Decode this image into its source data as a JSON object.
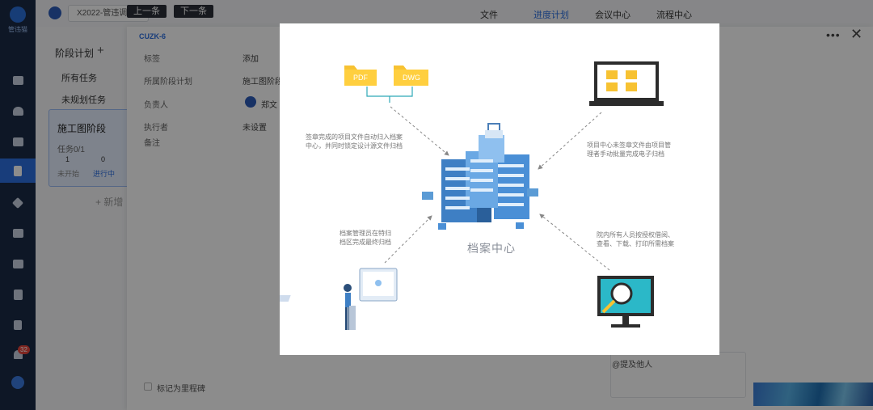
{
  "topbar": {
    "project": "X2022-管违调",
    "prev_label": "上一条",
    "next_label": "下一条",
    "menu": [
      {
        "label": "文件",
        "active": false
      },
      {
        "label": "进度计划",
        "active": true
      },
      {
        "label": "会议中心",
        "active": false
      },
      {
        "label": "流程中心",
        "active": false
      }
    ]
  },
  "rail": {
    "logo_text": "管违猫",
    "notification_count": "32",
    "icons": [
      "monitor-icon",
      "cloud-icon",
      "display-icon",
      "document-icon",
      "layers-icon",
      "printer-icon",
      "org-chart-icon",
      "building-icon",
      "bar-chart-icon",
      "bell-icon",
      "user-icon"
    ]
  },
  "left_panel": {
    "header": "阶段计划",
    "add_symbol": "+",
    "items": [
      "所有任务",
      "未规划任务"
    ],
    "stage_card": {
      "title": "施工图阶段",
      "task_count": "任务0/1",
      "counts": [
        "1",
        "0"
      ],
      "statuses": [
        "未开始",
        "进行中"
      ]
    },
    "add_stage": "+ 新增"
  },
  "drawer": {
    "code": "CUZK-6",
    "fields": [
      {
        "label": "标签",
        "value": "添加"
      },
      {
        "label": "所属阶段计划",
        "value": "施工图阶段"
      },
      {
        "label": "负责人",
        "value": "郑文"
      },
      {
        "label": "执行者",
        "value": "未设置"
      },
      {
        "label": "备注",
        "value": ""
      }
    ],
    "more_label": "•••",
    "close_label": "✕",
    "milestone_label": "标记为里程碑",
    "mention_placeholder": "@提及他人"
  },
  "modal": {
    "center_label": "档案中心",
    "file_badges": [
      "PDF",
      "DWG"
    ],
    "annotations": {
      "top_left": [
        "签章完成的项目文件自动归入档案",
        "中心，并同时锁定设计源文件归档"
      ],
      "top_right": [
        "项目中心未签章文件由项目管",
        "理者手动批量完成电子归档"
      ],
      "bottom_left": [
        "档案管理员在特归",
        "档区完成最终归档"
      ],
      "bottom_right": [
        "院内所有人员按授权借阅、",
        "查看、下载、打印所需档案"
      ]
    }
  },
  "colors": {
    "accent": "#2d6fe0",
    "rail": "#1b2a45",
    "folder": "#f7c232",
    "server": "#5b9bd5"
  }
}
